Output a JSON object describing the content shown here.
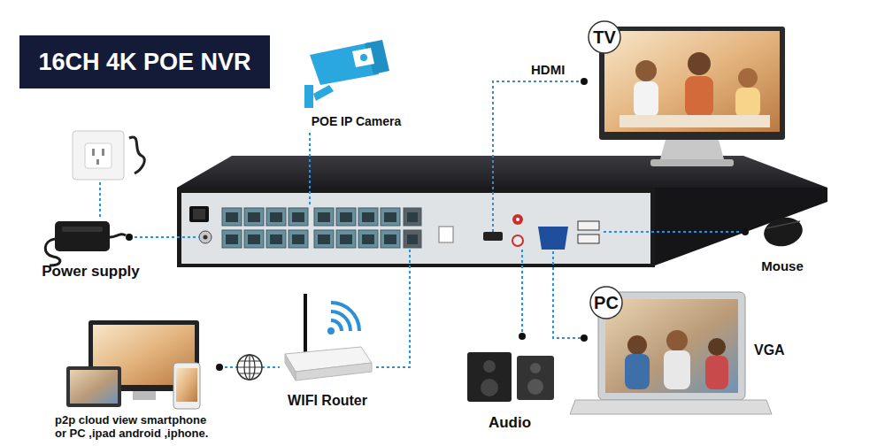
{
  "diagram": {
    "title": "16CH 4K POE NVR",
    "nodes": [
      {
        "text": [
          "POE IP Camera"
        ]
      },
      {
        "text": [
          "TV"
        ]
      },
      {
        "text": [
          "Power supply"
        ]
      },
      {
        "text": [
          "Mouse"
        ]
      },
      {
        "text": [
          "PC"
        ]
      },
      {
        "text": [
          "p2p cloud view smartphone or PC ,ipad android ,iphone."
        ]
      },
      {
        "text": [
          "WIFI Router"
        ]
      },
      {
        "text": [
          "Audio"
        ]
      }
    ],
    "edges": [
      {
        "from": 5,
        "to": 6,
        "arrow": "none"
      }
    ],
    "labels": [
      "HDMI",
      "VGA"
    ]
  }
}
